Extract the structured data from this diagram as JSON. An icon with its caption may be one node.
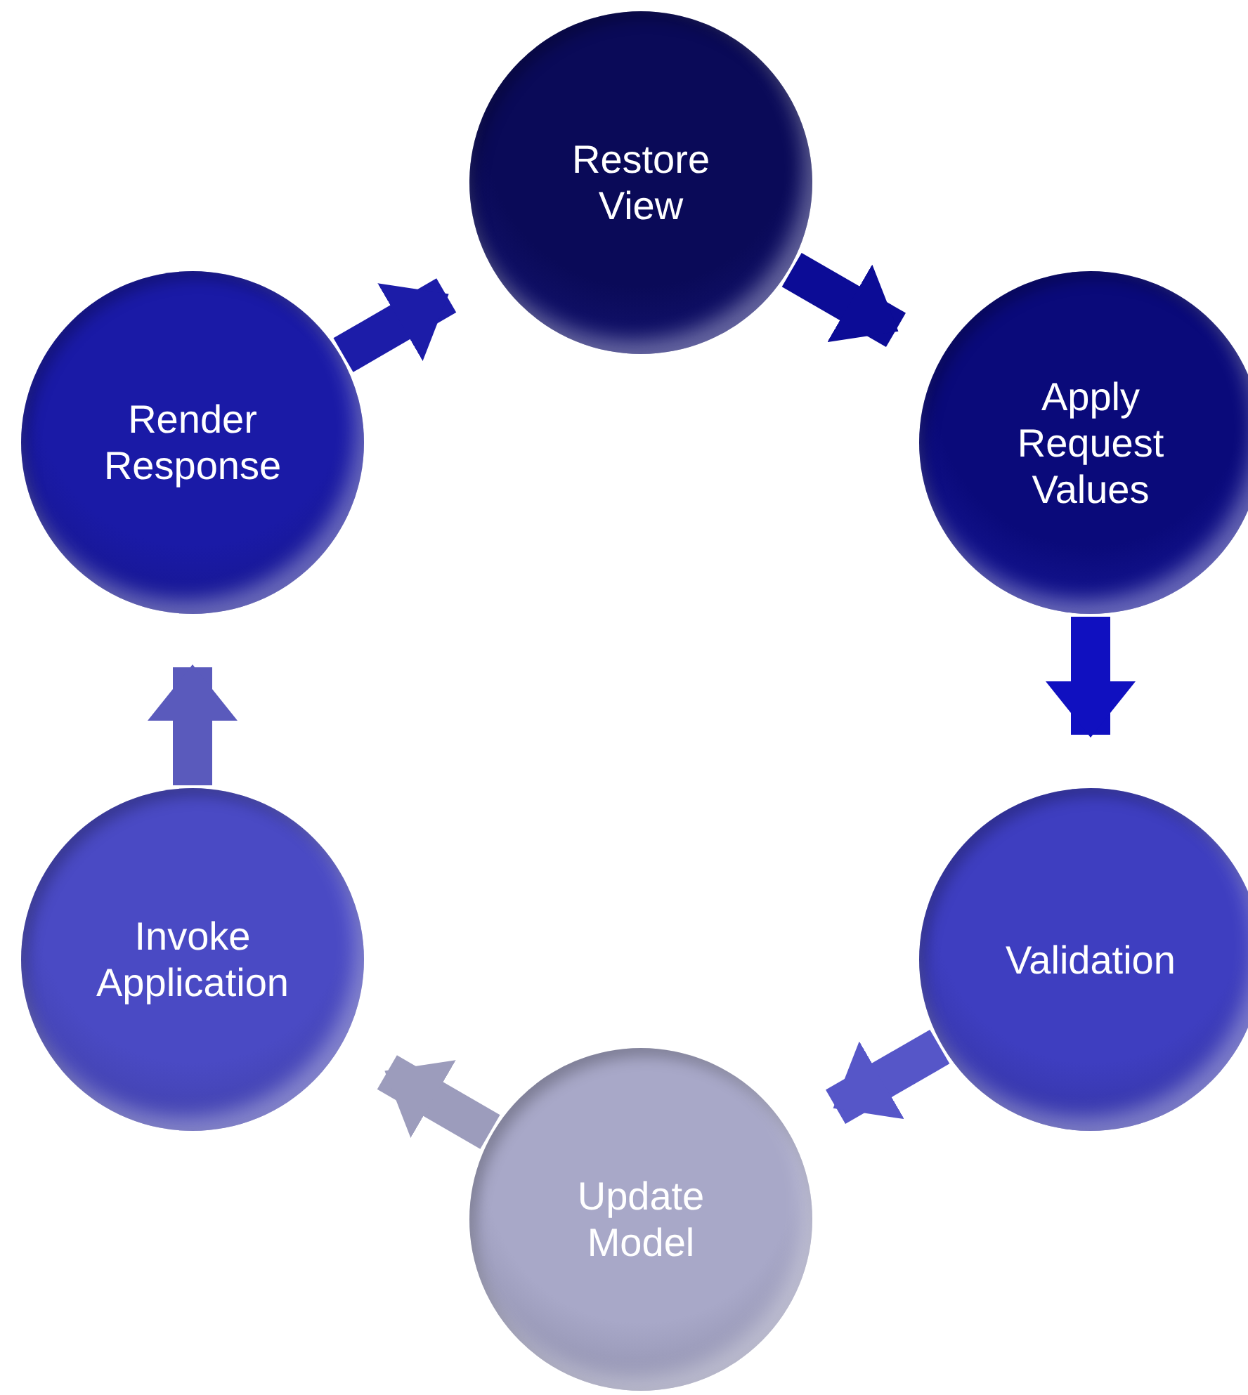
{
  "diagram": {
    "nodes": [
      {
        "text": [
          "Restore View"
        ]
      },
      {
        "text": [
          "Apply Request Values"
        ]
      },
      {
        "text": [
          "Validation"
        ]
      },
      {
        "text": [
          "Update Model"
        ]
      },
      {
        "text": [
          "Invoke Application"
        ]
      },
      {
        "text": [
          "Render Response"
        ]
      }
    ],
    "edges": [
      {
        "from": 5,
        "to": 0,
        "arrow": "to",
        "color": "#1c1ca8"
      },
      {
        "from": 0,
        "to": 1,
        "arrow": "to",
        "color": "#0c0c96"
      },
      {
        "from": 1,
        "to": 2,
        "arrow": "to",
        "color": "#1010c0"
      },
      {
        "from": 2,
        "to": 3,
        "arrow": "to",
        "color": "#5656c8"
      },
      {
        "from": 3,
        "to": 4,
        "arrow": "to",
        "color": "#9c9cbc"
      },
      {
        "from": 4,
        "to": 5,
        "arrow": "to",
        "color": "#5a5abc"
      }
    ]
  }
}
